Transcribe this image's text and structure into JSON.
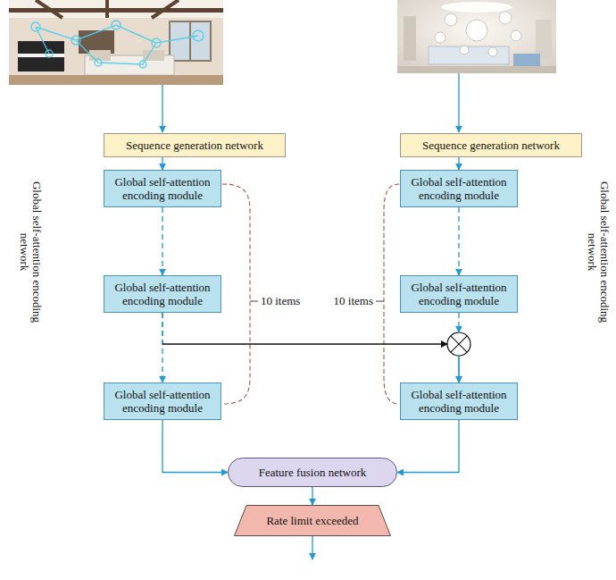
{
  "diagram": {
    "nodes": [
      {
        "text": [
          "Sequence generation network"
        ]
      },
      {
        "text": [
          "Global self-attention encoding module"
        ]
      },
      {
        "text": [
          "Global self-attention encoding module"
        ]
      },
      {
        "text": [
          "Global self-attention encoding module"
        ]
      },
      {
        "text": [
          "Sequence generation network"
        ]
      },
      {
        "text": [
          "Global self-attention encoding module"
        ]
      },
      {
        "text": [
          "Global self-attention encoding module"
        ]
      },
      {
        "text": [
          "Global self-attention encoding module"
        ]
      },
      {
        "text": [
          "Feature fusion network"
        ]
      },
      {
        "text": [
          "Rate limit exceeded"
        ]
      }
    ],
    "edges": [
      {
        "from": 0,
        "to": 1,
        "arrow": "to"
      },
      {
        "from": 1,
        "to": 2,
        "arrow": "to"
      },
      {
        "from": 2,
        "to": 3,
        "arrow": "to"
      },
      {
        "from": 4,
        "to": 5,
        "arrow": "to"
      },
      {
        "from": 5,
        "to": 6,
        "arrow": "to"
      },
      {
        "from": 6,
        "to": 7,
        "arrow": "to"
      },
      {
        "from": 2,
        "to": 7,
        "arrow": "to"
      },
      {
        "from": 3,
        "to": 8,
        "arrow": "to"
      },
      {
        "from": 7,
        "to": 8,
        "arrow": "to"
      },
      {
        "from": 8,
        "to": 9,
        "arrow": "to"
      }
    ],
    "labels": [
      "Global self-attention encoding network",
      "10 items",
      "10 items",
      "Global self-attention encoding network"
    ]
  }
}
